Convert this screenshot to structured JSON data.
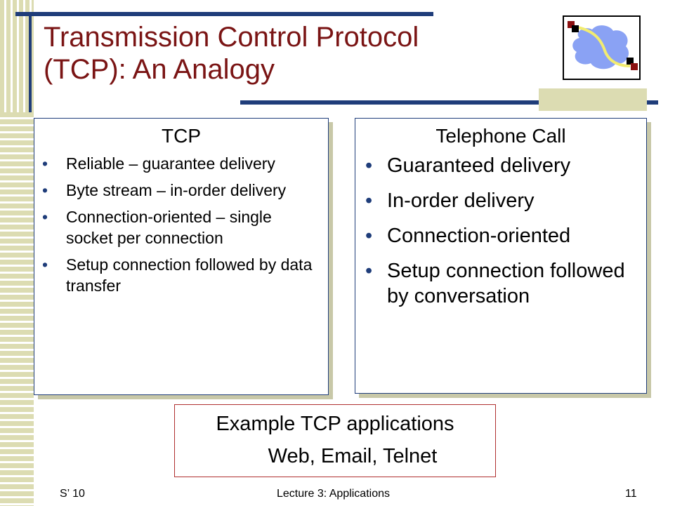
{
  "title_line1": "Transmission Control Protocol",
  "title_line2": "(TCP): An Analogy",
  "left_panel": {
    "heading": "TCP",
    "items": [
      "Reliable – guarantee delivery",
      "Byte stream – in-order delivery",
      "Connection-oriented – single socket per connection",
      "Setup connection followed by data transfer"
    ]
  },
  "right_panel": {
    "heading": "Telephone Call",
    "items": [
      "Guaranteed delivery",
      "In-order delivery",
      "Connection-oriented",
      "Setup connection followed by conversation"
    ]
  },
  "apps": {
    "heading": "Example TCP applications",
    "list": "Web, Email, Telnet"
  },
  "footer": {
    "left": "S’ 10",
    "center": "Lecture 3: Applications",
    "right": "11"
  },
  "colors": {
    "title": "#7a1414",
    "accent_bar": "#1f3d7a",
    "stripe": "#dcdcb2",
    "cloud": "#8aa2f4",
    "link": "#f2ec70"
  },
  "icons": {
    "logo": "network-cloud-icon",
    "bullet": "bullet-dot"
  }
}
